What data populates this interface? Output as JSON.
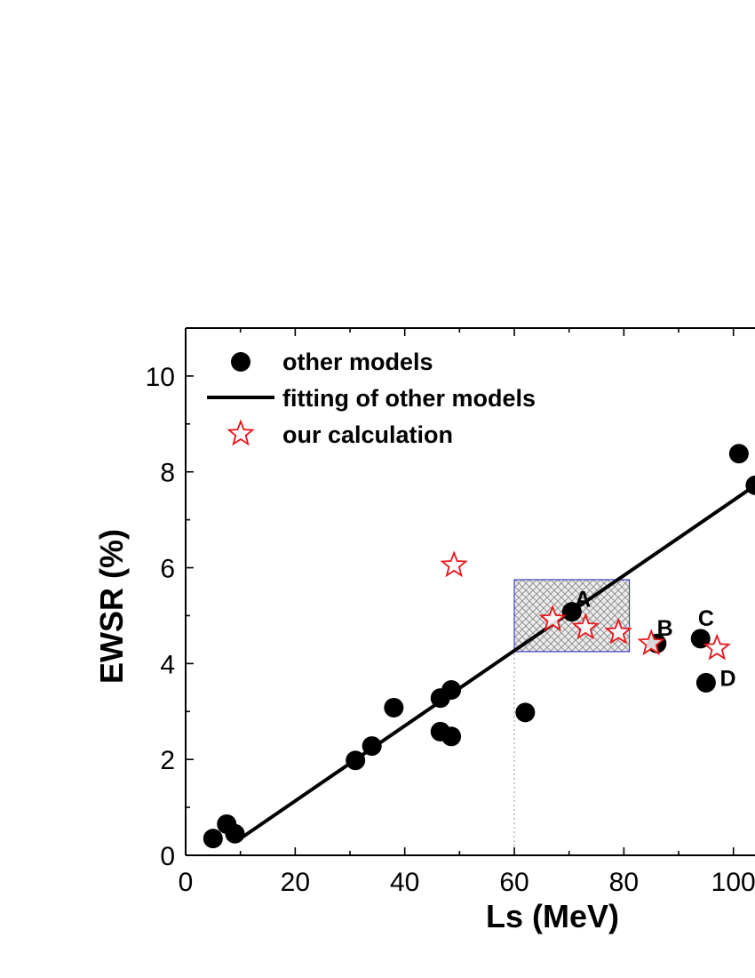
{
  "chart_data": {
    "type": "scatter",
    "xlabel": "Ls (MeV)",
    "ylabel": "EWSR (%)",
    "xlim": [
      0,
      104
    ],
    "ylim": [
      0,
      11
    ],
    "xticks": [
      0,
      20,
      40,
      60,
      80,
      100
    ],
    "xtick_labels": [
      "0",
      "20",
      "40",
      "60",
      "80",
      "100"
    ],
    "yticks": [
      0,
      2,
      4,
      6,
      8,
      10
    ],
    "ytick_labels": [
      "0",
      "2",
      "4",
      "6",
      "8",
      "10"
    ],
    "grid": false,
    "legend_position": "top-left",
    "series": [
      {
        "name": "other models",
        "marker": "filled-circle",
        "color": "#000000",
        "points": [
          {
            "x": 5,
            "y": 0.35
          },
          {
            "x": 7.5,
            "y": 0.65
          },
          {
            "x": 9,
            "y": 0.45
          },
          {
            "x": 31,
            "y": 1.98
          },
          {
            "x": 34,
            "y": 2.28
          },
          {
            "x": 38,
            "y": 3.08
          },
          {
            "x": 46.5,
            "y": 3.28
          },
          {
            "x": 46.5,
            "y": 2.58
          },
          {
            "x": 48.5,
            "y": 3.45
          },
          {
            "x": 48.5,
            "y": 2.48
          },
          {
            "x": 62,
            "y": 2.98
          },
          {
            "x": 70.5,
            "y": 5.08
          },
          {
            "x": 86,
            "y": 4.42
          },
          {
            "x": 94,
            "y": 4.52
          },
          {
            "x": 95,
            "y": 3.6
          },
          {
            "x": 101,
            "y": 8.38
          },
          {
            "x": 104,
            "y": 7.72
          }
        ]
      },
      {
        "name": "fitting of other models",
        "marker": "line",
        "color": "#000000",
        "line": [
          {
            "x": 10,
            "y": 0.35
          },
          {
            "x": 104,
            "y": 7.72
          }
        ]
      },
      {
        "name": "our calculation",
        "marker": "open-star",
        "color": "#e8141a",
        "points": [
          {
            "x": 49,
            "y": 6.05
          },
          {
            "x": 67,
            "y": 4.92
          },
          {
            "x": 73,
            "y": 4.75
          },
          {
            "x": 79,
            "y": 4.65
          },
          {
            "x": 85,
            "y": 4.42
          },
          {
            "x": 97,
            "y": 4.32
          }
        ]
      }
    ],
    "shaded_region": {
      "x": [
        60,
        81
      ],
      "y": [
        4.25,
        5.75
      ],
      "fill": "crosshatch-grey",
      "edge_color": "#3b3bc8"
    },
    "reference_line": {
      "x": 60,
      "y": [
        0,
        4.25
      ],
      "style": "dotted",
      "color": "#999999"
    },
    "annotations": [
      {
        "text": "A",
        "x": 72.5,
        "y": 5.35
      },
      {
        "text": "B",
        "x": 87.5,
        "y": 4.75
      },
      {
        "text": "C",
        "x": 95,
        "y": 4.95
      },
      {
        "text": "D",
        "x": 99,
        "y": 3.7
      }
    ]
  }
}
